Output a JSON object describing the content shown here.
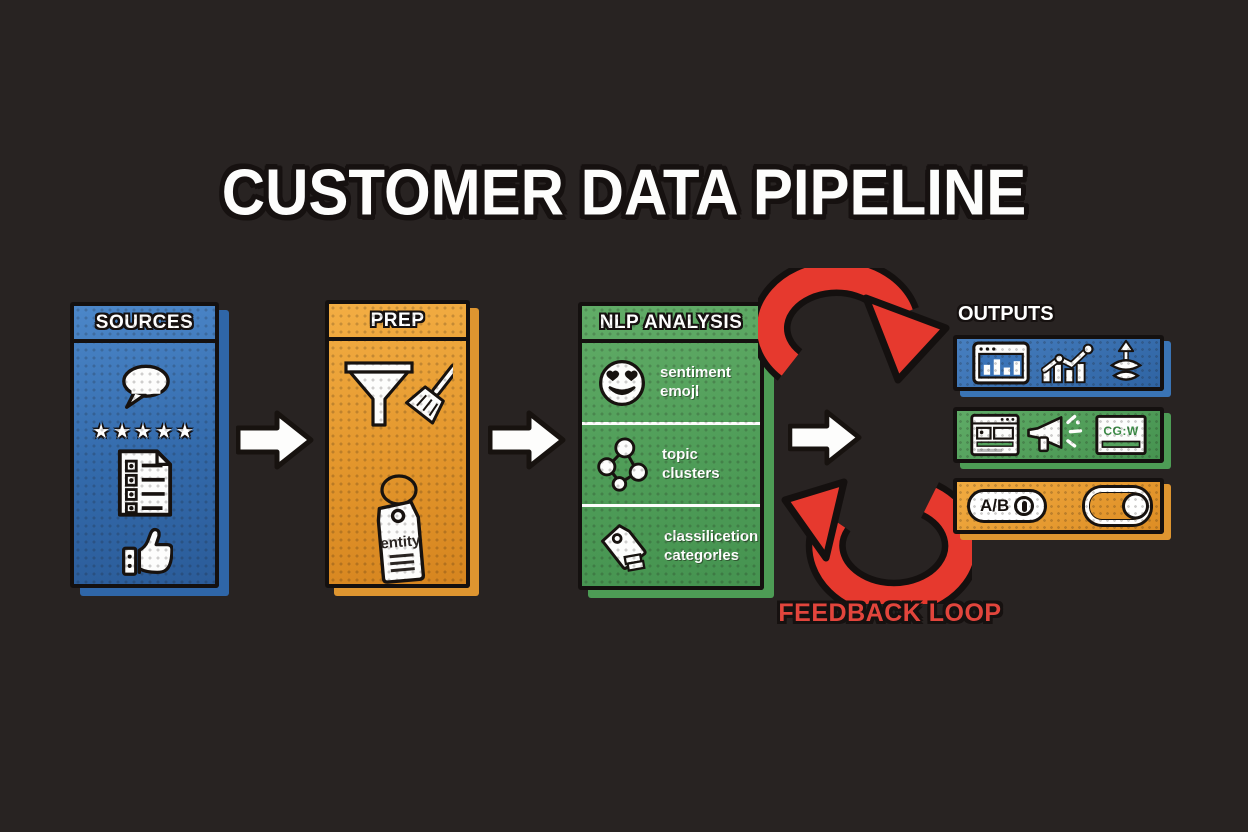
{
  "title": "CUSTOMER DATA PIPELINE",
  "stages": {
    "sources": {
      "label": "SOURCES",
      "stars": "★★★★★",
      "icons": [
        "speech-bubble",
        "five-stars",
        "survey-document",
        "thumbs-up"
      ]
    },
    "prep": {
      "label": "PREP",
      "tag_label": "entity",
      "icons": [
        "funnel-broom",
        "entity-tag"
      ]
    },
    "nlp": {
      "label": "NLP ANALYSIS",
      "rows": [
        {
          "icon": "sentiment-emoji",
          "lines": [
            "sentiment emojl"
          ]
        },
        {
          "icon": "topic-clusters",
          "lines": [
            "topic",
            "clusters"
          ]
        },
        {
          "icon": "classification-tag",
          "lines": [
            "classilicetion",
            "categorles"
          ]
        }
      ]
    },
    "outputs": {
      "label": "OUTPUTS",
      "bars": [
        {
          "color": "blue",
          "icons": [
            "dashboard",
            "trend-chart",
            "spread-arrows"
          ]
        },
        {
          "color": "green",
          "icons": [
            "webpage",
            "megaphone",
            "content-card"
          ],
          "card_text": "CG:W"
        },
        {
          "color": "orange",
          "icons": [
            "ab-test-pill",
            "toggle-switch"
          ],
          "ab_label": "A/B"
        }
      ]
    }
  },
  "feedback": {
    "label": "FEEDBACK LOOP"
  },
  "colors": {
    "background": "#282322",
    "blue": "#3b74b8",
    "orange": "#eda23b",
    "green": "#55a35e",
    "arrow_red": "#e6392e",
    "feedback_text": "#e2453c",
    "outline_black": "#14100f",
    "white": "#fdfdfc"
  }
}
